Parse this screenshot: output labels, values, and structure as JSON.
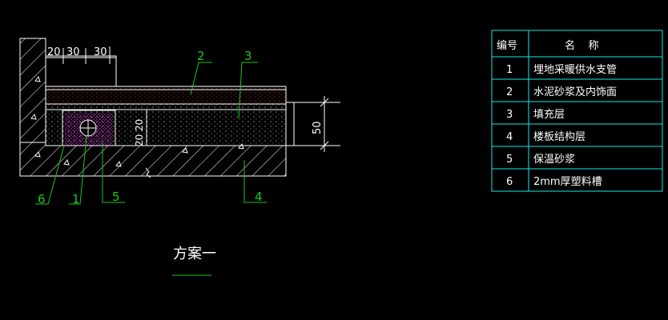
{
  "drawing": {
    "dims_top": [
      "20",
      "30",
      "30"
    ],
    "dim_side_right": "50",
    "dim_vertical_inner": [
      "20",
      "20"
    ],
    "callouts_top": [
      "2",
      "3"
    ],
    "callouts_bottom": [
      "6",
      "1",
      "5",
      "4"
    ],
    "scheme_title": "方案一"
  },
  "legend": {
    "headers": {
      "number": "编号",
      "name": "名    称"
    },
    "rows": [
      {
        "num": "1",
        "name": "埋地采暖供水支管"
      },
      {
        "num": "2",
        "name": "水泥砂浆及内饰面"
      },
      {
        "num": "3",
        "name": "填充层"
      },
      {
        "num": "4",
        "name": "楼板结构层"
      },
      {
        "num": "5",
        "name": "保温砂浆"
      },
      {
        "num": "6",
        "name": "2mm厚塑料槽"
      }
    ]
  },
  "colors": {
    "background": "#000000",
    "lines": "#ffffff",
    "leaders": "#19c819",
    "table_border": "#19e6e6",
    "pipe_dots": "#c832c8"
  }
}
